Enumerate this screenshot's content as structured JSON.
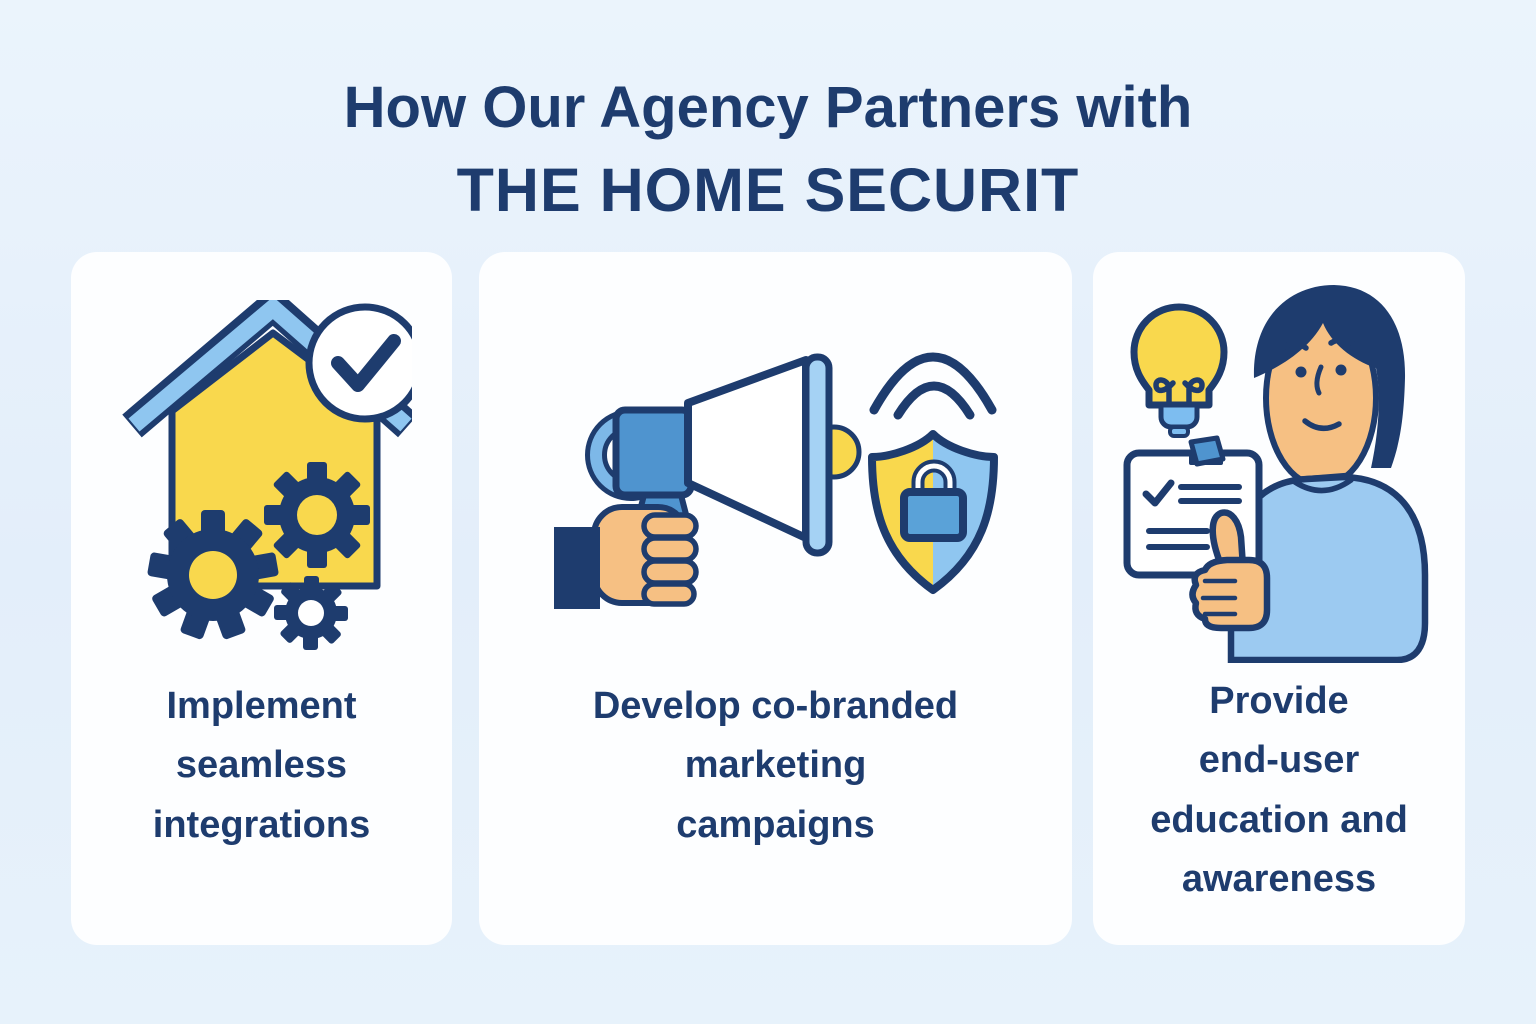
{
  "title": {
    "line1": "How Our Agency Partners with",
    "line2": "THE HOME SECURIT"
  },
  "colors": {
    "background": "#e6f1fb",
    "card": "#fdfeff",
    "navy": "#1e3c6e",
    "yellow": "#f9d84d",
    "light_blue": "#8fc6f0",
    "medium_blue": "#4f94cf",
    "pale_blue_bar": "#a5d2f4",
    "skin": "#f6c083",
    "shirt_blue": "#9ccaf1"
  },
  "cards": [
    {
      "icon": "house-gears-check-icon",
      "lines": [
        "Implement",
        "seamless",
        "integrations"
      ]
    },
    {
      "icon": "megaphone-shield-lock-icon",
      "lines": [
        "Develop co-branded",
        "marketing",
        "campaigns"
      ]
    },
    {
      "icon": "person-checklist-lightbulb-icon",
      "lines": [
        "Provide",
        "end-user",
        "education and",
        "awareness"
      ]
    }
  ]
}
